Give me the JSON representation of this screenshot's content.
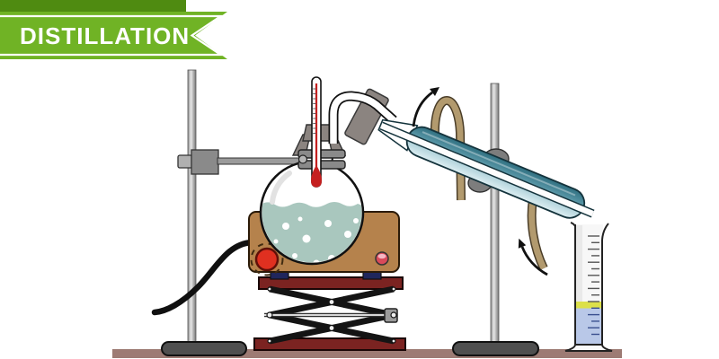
{
  "banner": {
    "title": "DISTILLATION",
    "ribbon_color": "#70b325",
    "fold_color": "#4f8b11",
    "border_color": "#ffffff",
    "text_color": "#ffffff"
  },
  "palette": {
    "floor": "#9d7b74",
    "stand_base": "#4f4f4f",
    "hotplate_body": "#b5824c",
    "hotplate_knob": "#e03020",
    "indicator_light": "#d84a5a",
    "jack_plate": "#7b2321",
    "flask_liquid": "#a9c7be",
    "thermometer_fluid": "#c51f1f",
    "condenser_dark": "#2f6f80",
    "condenser_light": "#ddeef2",
    "hose": "#b29a6e",
    "cylinder_liquid": "#b9c8e8",
    "cylinder_band": "#dce04a"
  },
  "components": {
    "left_stand": "support stand",
    "right_stand": "support stand",
    "flask": "round-bottom flask",
    "thermometer": "thermometer",
    "hotplate": "hot plate",
    "jack": "lab scissor jack",
    "condenser": "condenser",
    "cylinder": "graduated cylinder",
    "hoses": "cooling water hoses",
    "cord": "power cord",
    "arrows": "water flow arrows"
  }
}
